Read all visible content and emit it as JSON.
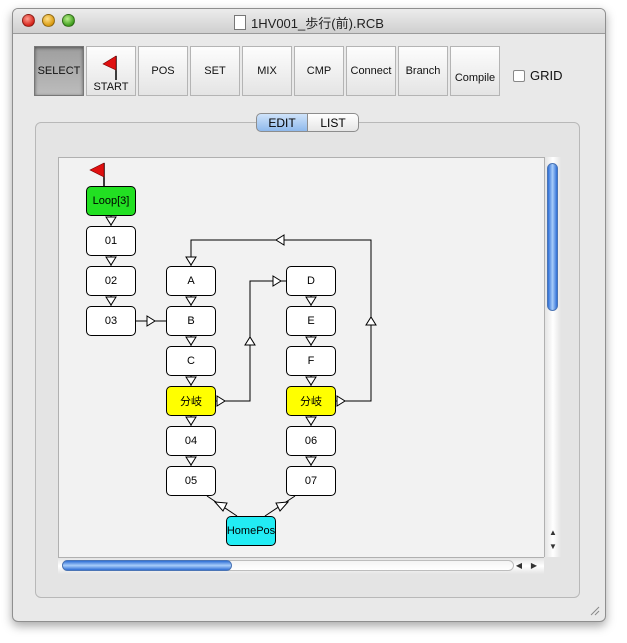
{
  "window": {
    "title": "1HV001_歩行(前).RCB"
  },
  "toolbar": {
    "buttons": [
      {
        "id": "select",
        "label": "SELECT",
        "selected": true
      },
      {
        "id": "start",
        "label": "START",
        "icon": "red-flag-icon"
      },
      {
        "id": "pos",
        "label": "POS"
      },
      {
        "id": "set",
        "label": "SET"
      },
      {
        "id": "mix",
        "label": "MIX"
      },
      {
        "id": "cmp",
        "label": "CMP"
      },
      {
        "id": "connect",
        "label": "Connect"
      },
      {
        "id": "branch",
        "label": "Branch"
      },
      {
        "id": "compile",
        "label": "Compile"
      }
    ],
    "grid_label": "GRID",
    "grid_checked": false
  },
  "tabs": {
    "edit": "EDIT",
    "list": "LIST",
    "active": "EDIT"
  },
  "flowchart": {
    "start_icon": "red-flag-icon",
    "nodes": [
      {
        "id": "loop",
        "label": "Loop[3]",
        "color": "#22e022"
      },
      {
        "id": "n01",
        "label": "01"
      },
      {
        "id": "n02",
        "label": "02"
      },
      {
        "id": "n03",
        "label": "03"
      },
      {
        "id": "nA",
        "label": "A"
      },
      {
        "id": "nB",
        "label": "B"
      },
      {
        "id": "nC",
        "label": "C"
      },
      {
        "id": "branch1",
        "label": "分岐",
        "color": "#ffff00"
      },
      {
        "id": "n04",
        "label": "04"
      },
      {
        "id": "n05",
        "label": "05"
      },
      {
        "id": "nD",
        "label": "D"
      },
      {
        "id": "nE",
        "label": "E"
      },
      {
        "id": "nF",
        "label": "F"
      },
      {
        "id": "branch2",
        "label": "分岐",
        "color": "#ffff00"
      },
      {
        "id": "n06",
        "label": "06"
      },
      {
        "id": "n07",
        "label": "07"
      },
      {
        "id": "homepos",
        "label": "HomePos",
        "color": "#22ecf4"
      }
    ]
  },
  "colors": {
    "accent": "#5a93e6",
    "loop": "#22e022",
    "branch": "#ffff00",
    "home": "#22ecf4"
  }
}
